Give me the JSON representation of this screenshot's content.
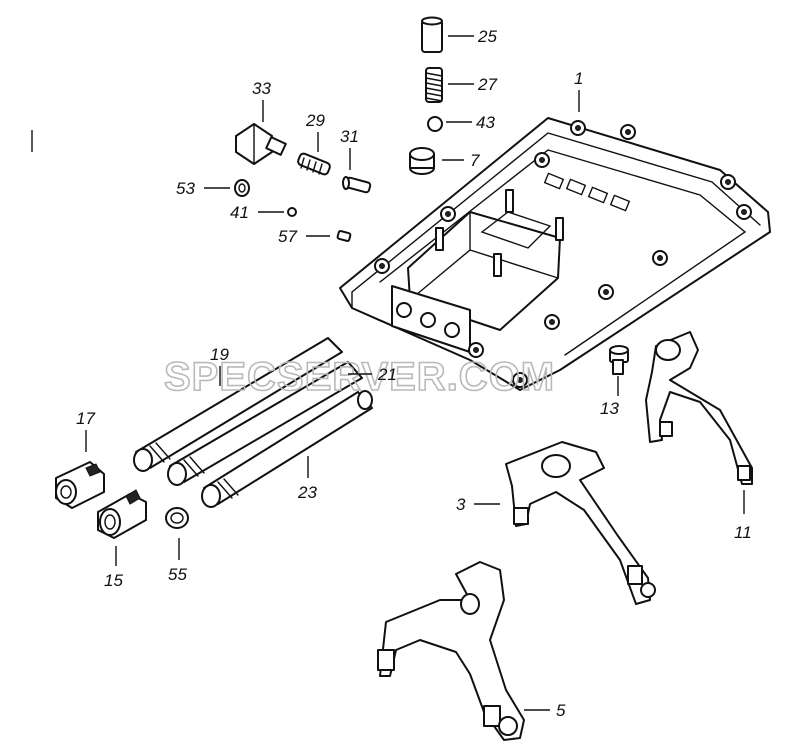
{
  "watermark": "SPECSERVER.COM",
  "callouts": {
    "c1": "1",
    "c3": "3",
    "c5": "5",
    "c7": "7",
    "c11": "11",
    "c13": "13",
    "c15": "15",
    "c17": "17",
    "c19": "19",
    "c21": "21",
    "c23": "23",
    "c25": "25",
    "c27": "27",
    "c29": "29",
    "c31": "31",
    "c33": "33",
    "c41": "41",
    "c43": "43",
    "c53": "53",
    "c55": "55",
    "c57": "57"
  }
}
